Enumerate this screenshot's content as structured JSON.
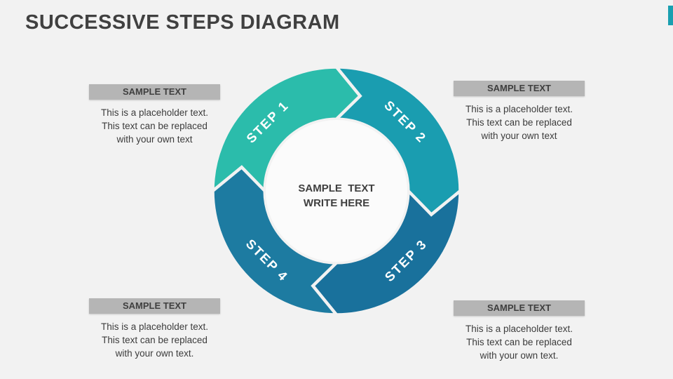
{
  "slide": {
    "title": "SUCCESSIVE STEPS DIAGRAM"
  },
  "colors": {
    "background": "#f2f2f2",
    "title_text": "#404040",
    "accent_bar": "#1a9fb0",
    "callout_header_bg": "#b5b5b5",
    "body_text": "#3c3c3c",
    "center_circle": "#fbfbfb",
    "step_label_text": "#ffffff"
  },
  "diagram": {
    "steps": [
      {
        "label": "STEP 1",
        "color": "#2bbcab"
      },
      {
        "label": "STEP 2",
        "color": "#1a9db0"
      },
      {
        "label": "STEP 3",
        "color": "#19719c"
      },
      {
        "label": "STEP 4",
        "color": "#1d7ba1"
      }
    ],
    "center": {
      "line1": "SAMPLE  TEXT",
      "line2": "WRITE HERE"
    }
  },
  "callouts": [
    {
      "id": "top-left",
      "header": "SAMPLE TEXT",
      "lines": [
        "This is a placeholder text.",
        "This text can be replaced",
        "with your own text"
      ]
    },
    {
      "id": "top-right",
      "header": "SAMPLE TEXT",
      "lines": [
        "This is a placeholder text.",
        "This text can be replaced",
        "with your own text"
      ]
    },
    {
      "id": "bottom-left",
      "header": "SAMPLE TEXT",
      "lines": [
        "This is a placeholder text.",
        "This text can be replaced",
        "with your own text."
      ]
    },
    {
      "id": "bottom-right",
      "header": "SAMPLE TEXT",
      "lines": [
        "This is a placeholder text.",
        "This text can be replaced",
        "with your own text."
      ]
    }
  ]
}
